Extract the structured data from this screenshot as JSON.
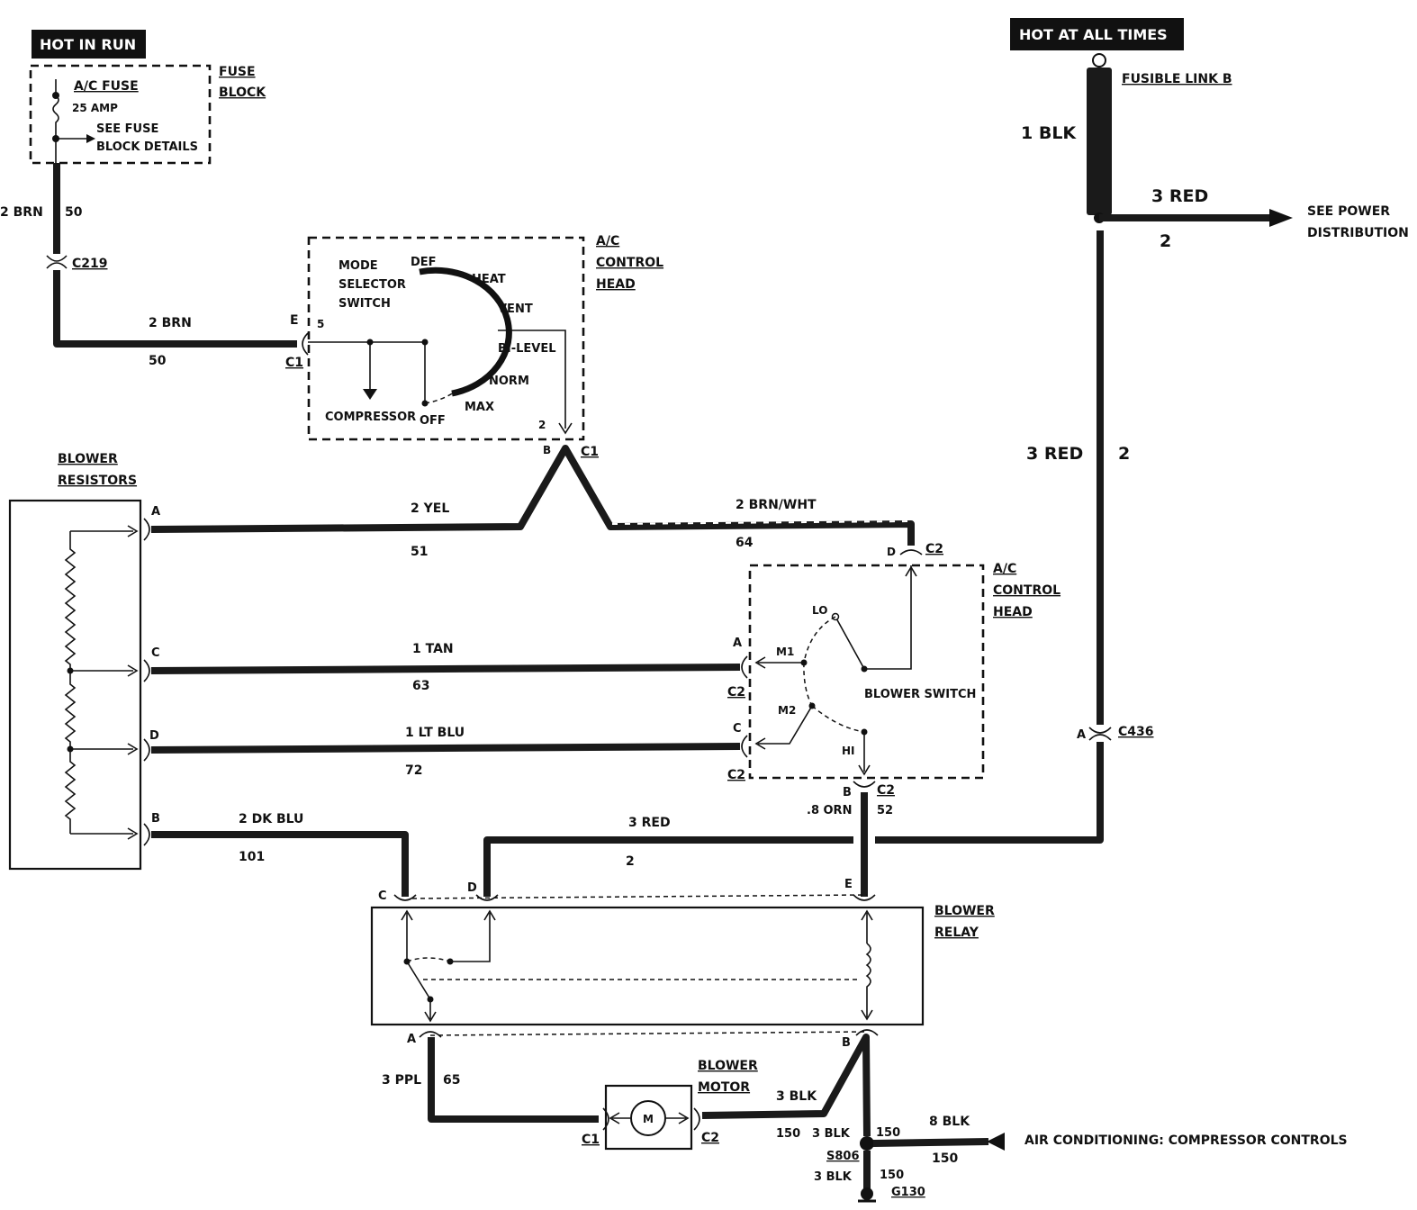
{
  "power": {
    "hot_in_run": "HOT IN RUN",
    "hot_at_all_times": "HOT AT ALL TIMES"
  },
  "fuse_block": {
    "label_line1": "FUSE",
    "label_line2": "BLOCK",
    "fuse_name": "A/C FUSE",
    "fuse_rating": "25 AMP",
    "see_details_line1": "SEE FUSE",
    "see_details_line2": "BLOCK DETAILS"
  },
  "fusible_link": {
    "label": "FUSIBLE LINK B",
    "wire_size": "1 BLK",
    "out_wire": "3 RED",
    "out_circuit": "2",
    "see_line1": "SEE POWER",
    "see_line2": "DISTRIBUTION",
    "down_wire": "3 RED",
    "down_circuit": "2"
  },
  "connectors": {
    "c219": "C219",
    "c1": "C1",
    "c2": "C2",
    "c436": "C436",
    "s806": "S806",
    "g130": "G130"
  },
  "pins": {
    "a": "A",
    "b": "B",
    "c": "C",
    "d": "D",
    "e": "E",
    "pin5": "5",
    "pin2": "2"
  },
  "wires": {
    "brn_2": "2 BRN",
    "brn_circuit": "50",
    "yel_2": "2 YEL",
    "yel_circuit": "51",
    "brnwht_2": "2 BRN/WHT",
    "brnwht_circuit": "64",
    "tan_1": "1 TAN",
    "tan_circuit": "63",
    "ltblu_1": "1 LT BLU",
    "ltblu_circuit": "72",
    "dkblu_2": "2 DK BLU",
    "dkblu_circuit": "101",
    "red_3": "3 RED",
    "red_circuit": "2",
    "orn_8": ".8 ORN",
    "orn_circuit": "52",
    "ppl_3": "3 PPL",
    "ppl_circuit": "65",
    "blk_3": "3 BLK",
    "blk_circuit": "150",
    "blk_8": "8 BLK"
  },
  "control_head": {
    "label_line1": "A/C",
    "label_line2": "CONTROL",
    "label_line3": "HEAD",
    "mode_line1": "MODE",
    "mode_line2": "SELECTOR",
    "mode_line3": "SWITCH",
    "positions": [
      "DEF",
      "HEAT",
      "VENT",
      "BI-LEVEL",
      "NORM",
      "MAX",
      "OFF"
    ],
    "compressor": "COMPRESSOR",
    "blower_switch": "BLOWER SWITCH",
    "lo": "LO",
    "m1": "M1",
    "m2": "M2",
    "hi": "HI"
  },
  "blower_resistors": {
    "label_line1": "BLOWER",
    "label_line2": "RESISTORS"
  },
  "blower_relay": {
    "label_line1": "BLOWER",
    "label_line2": "RELAY"
  },
  "blower_motor": {
    "label_line1": "BLOWER",
    "label_line2": "MOTOR",
    "symbol": "M"
  },
  "compressor_controls": "AIR CONDITIONING:  COMPRESSOR CONTROLS"
}
